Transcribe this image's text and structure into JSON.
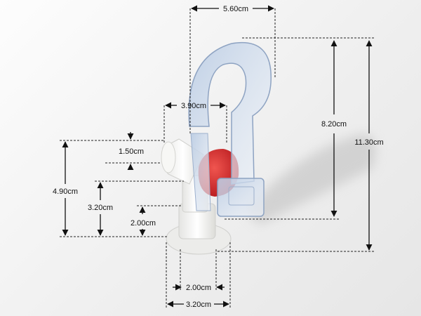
{
  "image": {
    "subject": "faucet-with-clear-handle",
    "colors": {
      "background": "#eeeeee",
      "body": "#f4f4f2",
      "valve": "#d8262a",
      "handle": "#c9d6e6",
      "dimension_line": "#111111"
    }
  },
  "dimensions": {
    "handle_width": "5.60cm",
    "handle_height": "8.20cm",
    "overall_height": "11.30cm",
    "body_width": "3.90cm",
    "spout_height": "1.50cm",
    "side_height": "4.90cm",
    "neck_height": "3.20cm",
    "base_height": "2.00cm",
    "thread_width": "2.00cm",
    "base_width": "3.20cm"
  }
}
